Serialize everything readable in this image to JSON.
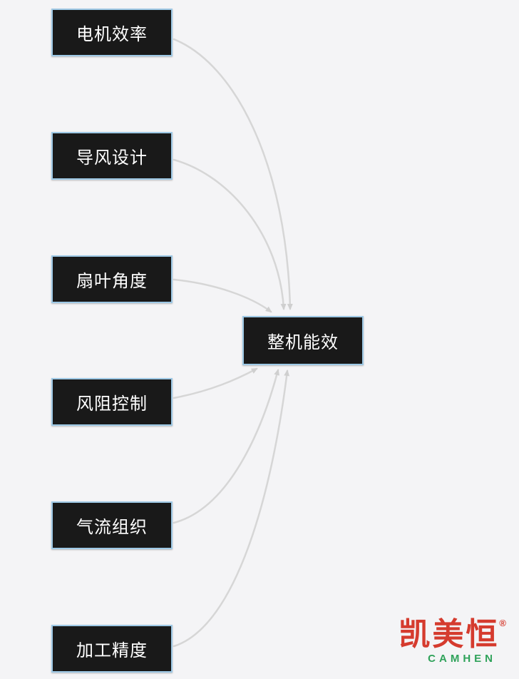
{
  "diagram": {
    "factors": [
      {
        "label": "电机效率"
      },
      {
        "label": "导风设计"
      },
      {
        "label": "扇叶角度"
      },
      {
        "label": "风阻控制"
      },
      {
        "label": "气流组织"
      },
      {
        "label": "加工精度"
      }
    ],
    "target": {
      "label": "整机能效"
    }
  },
  "logo": {
    "brand_cn": "凯美恒",
    "registered_mark": "®",
    "brand_en": "CAMHEN"
  },
  "colors": {
    "background": "#f4f4f6",
    "node_background": "#191919",
    "node_border": "#9ec9e6",
    "node_text": "#ffffff",
    "arrow": "#d6d6d6",
    "logo_red": "#d53b2e",
    "logo_green": "#2fa25a"
  }
}
